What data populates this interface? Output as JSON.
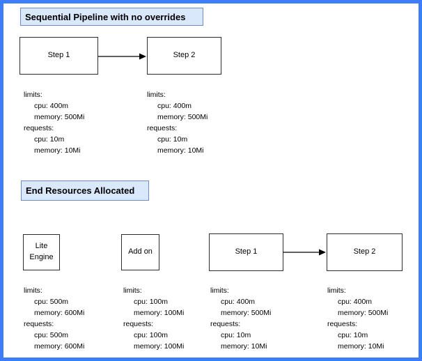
{
  "colors": {
    "frame-border": "#3d7ef8",
    "title-fill": "#dae8fc",
    "title-border": "#6c8ebf",
    "node-fill": "#ffffff",
    "node-border": "#2b2b2b",
    "text": "#000000"
  },
  "sections": [
    {
      "title": "Sequential Pipeline with no overrides",
      "nodes": [
        {
          "label": "Step 1",
          "lines": [
            "limits:",
            "cpu: 400m",
            "memory: 500Mi",
            "requests:",
            "cpu: 10m",
            "memory: 10Mi"
          ]
        },
        {
          "label": "Step 2",
          "lines": [
            "limits:",
            "cpu: 400m",
            "memory: 500Mi",
            "requests:",
            "cpu: 10m",
            "memory: 10Mi"
          ]
        }
      ]
    },
    {
      "title": "End Resources Allocated",
      "nodes": [
        {
          "label": "Lite Engine",
          "lines": [
            "limits:",
            "cpu: 500m",
            "memory: 600Mi",
            "requests:",
            "cpu: 500m",
            "memory: 600Mi"
          ]
        },
        {
          "label": "Add on",
          "lines": [
            "limits:",
            "cpu: 100m",
            "memory: 100Mi",
            "requests:",
            "cpu: 100m",
            "memory: 100Mi"
          ]
        },
        {
          "label": "Step 1",
          "lines": [
            "limits:",
            "cpu: 400m",
            "memory: 500Mi",
            "requests:",
            "cpu: 10m",
            "memory: 10Mi"
          ]
        },
        {
          "label": "Step 2",
          "lines": [
            "limits:",
            "cpu: 400m",
            "memory: 500Mi",
            "requests:",
            "cpu: 10m",
            "memory: 10Mi"
          ]
        }
      ]
    }
  ]
}
